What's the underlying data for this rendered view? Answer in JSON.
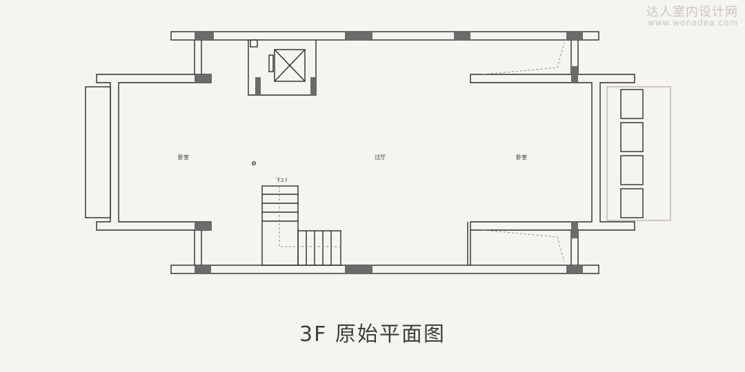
{
  "watermark": {
    "cn": "达人室内设计网",
    "url": "www.wonadea.com"
  },
  "caption": "3F 原始平面图",
  "rooms": {
    "bedroom_left": "卧室",
    "hall": "过厅",
    "bedroom_right": "卧室"
  },
  "stair_label": "下2 f"
}
